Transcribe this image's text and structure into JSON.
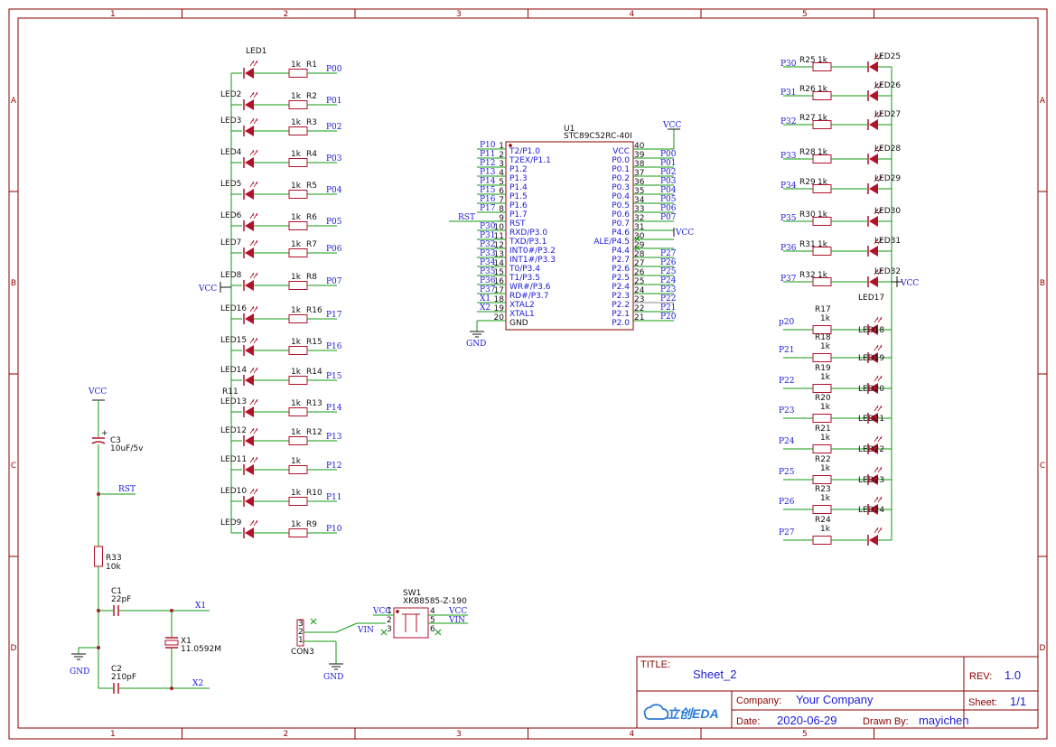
{
  "frame": {
    "cols": [
      "1",
      "2",
      "3",
      "4",
      "5"
    ],
    "rows": [
      "A",
      "B",
      "C",
      "D"
    ]
  },
  "title_block": {
    "title_label": "TITLE:",
    "title": "Sheet_2",
    "rev_label": "REV:",
    "rev": "1.0",
    "company_label": "Company:",
    "company": "Your Company",
    "sheet_label": "Sheet:",
    "sheet": "1/1",
    "date_label": "Date:",
    "date": "2020-06-29",
    "drawn_label": "Drawn By:",
    "drawn_by": "mayichen",
    "logo": "立创EDA"
  },
  "mcu": {
    "ref": "U1",
    "part": "STC89C52RC-40I",
    "left_pins": [
      {
        "net": "P10",
        "num": "1",
        "name": "T2/P1.0"
      },
      {
        "net": "P11",
        "num": "2",
        "name": "T2EX/P1.1"
      },
      {
        "net": "P12",
        "num": "3",
        "name": "P1.2"
      },
      {
        "net": "P13",
        "num": "4",
        "name": "P1.3"
      },
      {
        "net": "P14",
        "num": "5",
        "name": "P1.4"
      },
      {
        "net": "P15",
        "num": "6",
        "name": "P1.5"
      },
      {
        "net": "P16",
        "num": "7",
        "name": "P1.6"
      },
      {
        "net": "P17",
        "num": "8",
        "name": "P1.7"
      },
      {
        "net": "RST",
        "num": "9",
        "name": "RST"
      },
      {
        "net": "P30",
        "num": "10",
        "name": "RXD/P3.0"
      },
      {
        "net": "P31",
        "num": "11",
        "name": "TXD/P3.1"
      },
      {
        "net": "P32",
        "num": "12",
        "name": "INT0#/P3.2"
      },
      {
        "net": "P33",
        "num": "13",
        "name": "INT1#/P3.3"
      },
      {
        "net": "P34",
        "num": "14",
        "name": "T0/P3.4"
      },
      {
        "net": "P35",
        "num": "15",
        "name": "T1/P3.5"
      },
      {
        "net": "P36",
        "num": "16",
        "name": "WR#/P3.6"
      },
      {
        "net": "P37",
        "num": "17",
        "name": "RD#/P3.7"
      },
      {
        "net": "X1",
        "num": "18",
        "name": "XTAL2"
      },
      {
        "net": "X2",
        "num": "19",
        "name": "XTAL1"
      },
      {
        "net": "",
        "num": "20",
        "name": "GND"
      }
    ],
    "right_pins": [
      {
        "net": "VCC",
        "num": "40",
        "name": "VCC"
      },
      {
        "net": "P00",
        "num": "39",
        "name": "P0.0"
      },
      {
        "net": "P01",
        "num": "38",
        "name": "P0.1"
      },
      {
        "net": "P02",
        "num": "37",
        "name": "P0.2"
      },
      {
        "net": "P03",
        "num": "36",
        "name": "P0.3"
      },
      {
        "net": "P04",
        "num": "35",
        "name": "P0.4"
      },
      {
        "net": "P05",
        "num": "34",
        "name": "P0.5"
      },
      {
        "net": "P06",
        "num": "33",
        "name": "P0.6"
      },
      {
        "net": "P07",
        "num": "32",
        "name": "P0.7"
      },
      {
        "net": "VCC",
        "num": "31",
        "name": "P4.6"
      },
      {
        "net": "",
        "num": "30",
        "name": "ALE/P4.5"
      },
      {
        "net": "",
        "num": "29",
        "name": "P4.4"
      },
      {
        "net": "P27",
        "num": "28",
        "name": "P2.7"
      },
      {
        "net": "P26",
        "num": "27",
        "name": "P2.6"
      },
      {
        "net": "P25",
        "num": "26",
        "name": "P2.5"
      },
      {
        "net": "P24",
        "num": "25",
        "name": "P2.4"
      },
      {
        "net": "P23",
        "num": "24",
        "name": "P2.3"
      },
      {
        "net": "P22",
        "num": "23",
        "name": "P2.2"
      },
      {
        "net": "P21",
        "num": "22",
        "name": "P2.1"
      },
      {
        "net": "P20",
        "num": "21",
        "name": "P2.0"
      }
    ],
    "gnd": "GND",
    "vcc": "VCC"
  },
  "left_leds": [
    {
      "led": "LED1",
      "res": "R1",
      "val": "1k",
      "net": "P00"
    },
    {
      "led": "LED2",
      "res": "R2",
      "val": "1k",
      "net": "P01"
    },
    {
      "led": "LED3",
      "res": "R3",
      "val": "1k",
      "net": "P02"
    },
    {
      "led": "LED4",
      "res": "R4",
      "val": "1k",
      "net": "P03"
    },
    {
      "led": "LED5",
      "res": "R5",
      "val": "1k",
      "net": "P04"
    },
    {
      "led": "LED6",
      "res": "R6",
      "val": "1k",
      "net": "P05"
    },
    {
      "led": "LED7",
      "res": "R7",
      "val": "1k",
      "net": "P06"
    },
    {
      "led": "LED8",
      "res": "R8",
      "val": "1k",
      "net": "P07"
    },
    {
      "led": "LED16",
      "res": "R16",
      "val": "1k",
      "net": "P17"
    },
    {
      "led": "LED15",
      "res": "R15",
      "val": "1k",
      "net": "P16"
    },
    {
      "led": "LED14",
      "res": "R14",
      "val": "1k",
      "net": "P15"
    },
    {
      "led": "LED13",
      "res": "R13",
      "val": "1k",
      "net": "P14"
    },
    {
      "led": "LED12",
      "res": "R12",
      "val": "1k",
      "net": "P13"
    },
    {
      "led": "LED11",
      "res": "",
      "val": "1k",
      "net": "P12"
    },
    {
      "led": "LED10",
      "res": "R10",
      "val": "1k",
      "net": "P11"
    },
    {
      "led": "LED9",
      "res": "R9",
      "val": "1k",
      "net": "P10"
    }
  ],
  "left_vcc": "VCC",
  "r11_label": "R11",
  "right_leds_top": [
    {
      "led": "LED25",
      "res": "R25",
      "val": "1k",
      "net": "P30"
    },
    {
      "led": "LED26",
      "res": "R26",
      "val": "1k",
      "net": "P31"
    },
    {
      "led": "LED27",
      "res": "R27",
      "val": "1k",
      "net": "P32"
    },
    {
      "led": "LED28",
      "res": "R28",
      "val": "1k",
      "net": "P33"
    },
    {
      "led": "LED29",
      "res": "R29",
      "val": "1k",
      "net": "P34"
    },
    {
      "led": "LED30",
      "res": "R30",
      "val": "1k",
      "net": "P35"
    },
    {
      "led": "LED31",
      "res": "R31",
      "val": "1k",
      "net": "P36"
    },
    {
      "led": "LED32",
      "res": "R32",
      "val": "1k",
      "net": "P37"
    }
  ],
  "right_leds_bottom": [
    {
      "led": "LED18",
      "res": "R17",
      "val": "1k",
      "net": "p20"
    },
    {
      "led": "LED19",
      "res": "R18",
      "val": "1k",
      "net": "P21"
    },
    {
      "led": "LED20",
      "res": "R19",
      "val": "1k",
      "net": "P22"
    },
    {
      "led": "LED21",
      "res": "R20",
      "val": "1k",
      "net": "P23"
    },
    {
      "led": "LED22",
      "res": "R21",
      "val": "1k",
      "net": "P24"
    },
    {
      "led": "LED23",
      "res": "R22",
      "val": "1k",
      "net": "P25"
    },
    {
      "led": "LED24",
      "res": "R23",
      "val": "1k",
      "net": "P26"
    },
    {
      "led": "",
      "res": "R24",
      "val": "1k",
      "net": "P27"
    }
  ],
  "led17": "LED17",
  "right_vcc": "VCC",
  "reset_osc": {
    "vcc": "VCC",
    "c3": "C3",
    "c3_val": "10uF/5v",
    "rst": "RST",
    "r33": "R33",
    "r33_val": "10k",
    "c1": "C1",
    "c1_val": "22pF",
    "c2": "C2",
    "c2_val": "210pF",
    "x1": "X1",
    "x1_val": "11.0592M",
    "x1_net": "X1",
    "x2_net": "X2",
    "gnd": "GND"
  },
  "power": {
    "con": "CON3",
    "con_pins": [
      "3",
      "2",
      "1"
    ],
    "vin": "VIN",
    "gnd": "GND",
    "sw": "SW1",
    "sw_part": "XKB8585-Z-190",
    "sw_pins": [
      "1",
      "2",
      "3",
      "4",
      "5",
      "6"
    ],
    "vcc_left": "VCC",
    "vcc_right": "VCC",
    "vin_right": "VIN"
  }
}
